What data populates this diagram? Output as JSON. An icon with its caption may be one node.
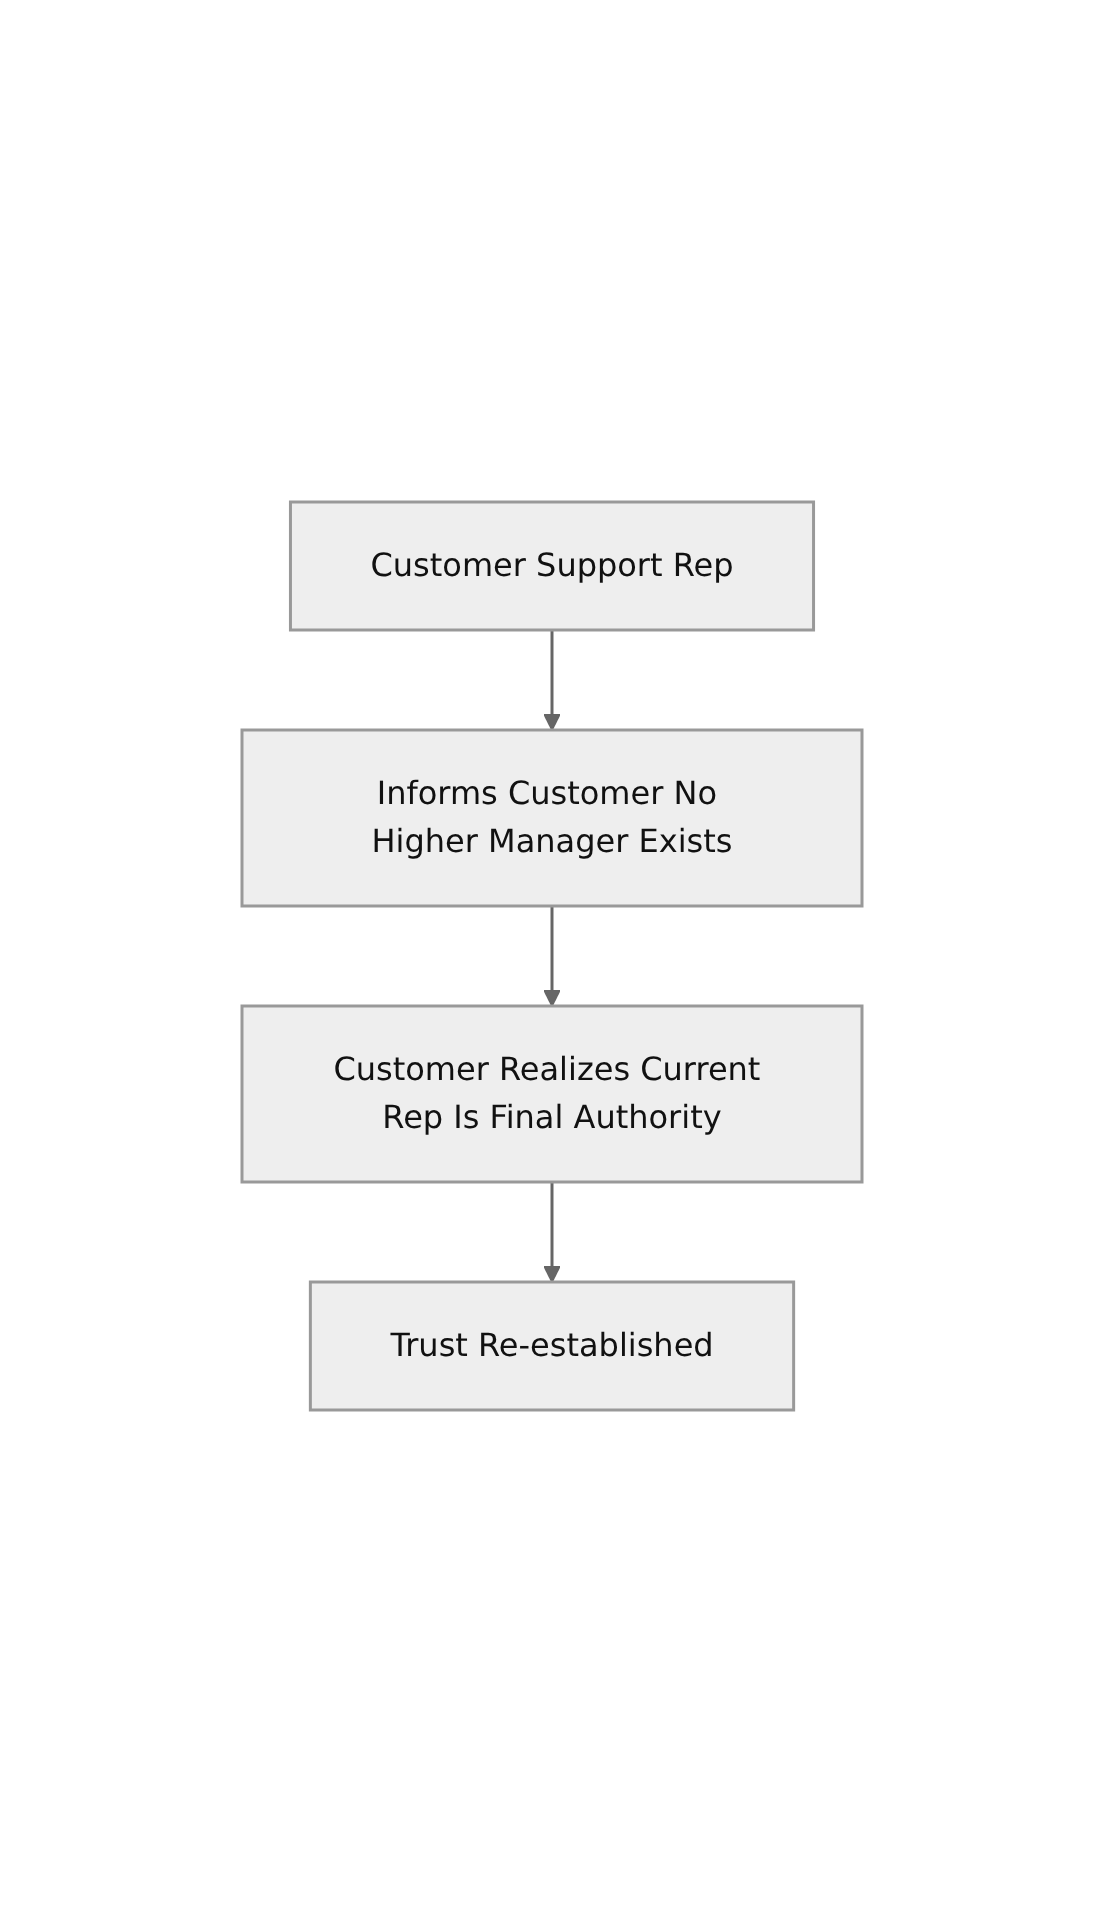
{
  "diagram": {
    "nodes": [
      {
        "text": [
          "Customer Support Rep"
        ]
      },
      {
        "text": [
          "Informs Customer No Higher Manager Exists"
        ]
      },
      {
        "text": [
          "Customer Realizes Current Rep Is Final Authority"
        ]
      },
      {
        "text": [
          "Trust Re-established"
        ]
      }
    ],
    "edges": [
      {
        "from": 0,
        "to": 1,
        "arrow": "to"
      },
      {
        "from": 1,
        "to": 2,
        "arrow": "to"
      },
      {
        "from": 2,
        "to": 3,
        "arrow": "to"
      }
    ]
  }
}
